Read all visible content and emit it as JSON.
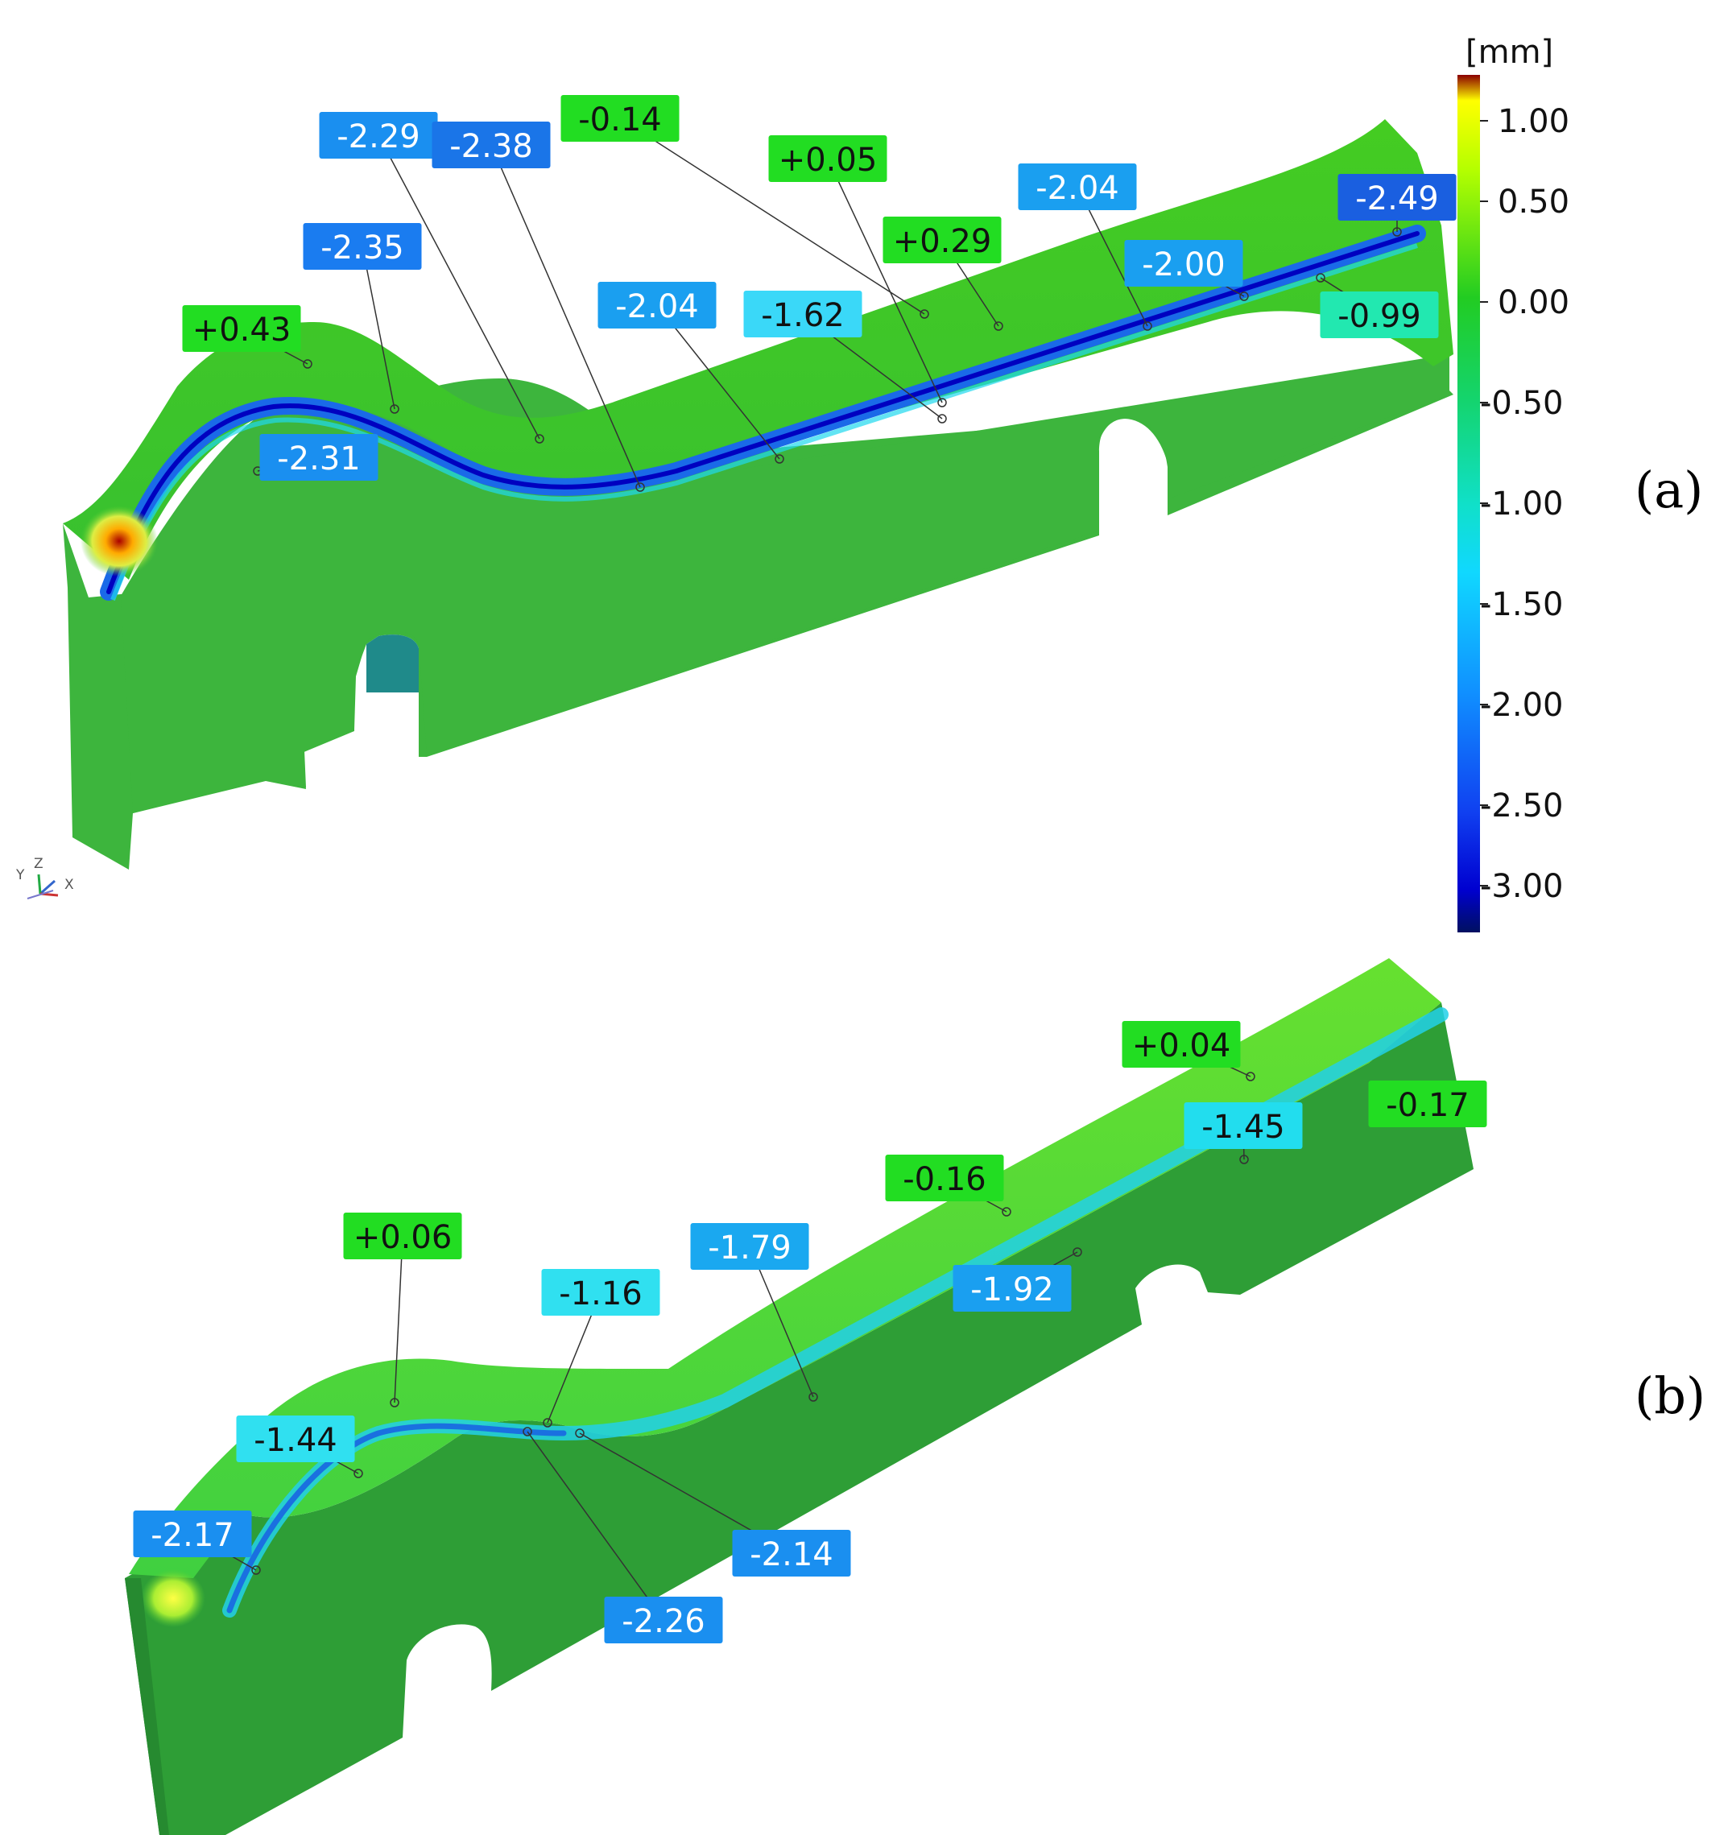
{
  "colorbar": {
    "unit": "[mm]",
    "ticks": [
      "1.00",
      "0.50",
      "0.00",
      "-0.50",
      "-1.00",
      "-1.50",
      "-2.00",
      "-2.50",
      "-3.00"
    ],
    "gradient": [
      "#8b0000",
      "#ffff00",
      "#b5ff00",
      "#22cc22",
      "#14d46e",
      "#10e0c8",
      "#10d8ff",
      "#1090ff",
      "#1040f0",
      "#0000d0",
      "#001060"
    ]
  },
  "panels": [
    {
      "tag": "(a)",
      "axis_labels": [
        "Y",
        "Z",
        "X"
      ],
      "labels": [
        {
          "text": "+0.43",
          "color": "#22dd22"
        },
        {
          "text": "-2.35",
          "color": "#1a7cf0"
        },
        {
          "text": "-2.29",
          "color": "#1a8ff0"
        },
        {
          "text": "-2.38",
          "color": "#1a75e8"
        },
        {
          "text": "-0.14",
          "color": "#22dd22"
        },
        {
          "text": "+0.05",
          "color": "#22dd22"
        },
        {
          "text": "+0.29",
          "color": "#22dd22"
        },
        {
          "text": "-2.04",
          "color": "#1a9ff0"
        },
        {
          "text": "-1.62",
          "color": "#3ad8f8"
        },
        {
          "text": "-2.04",
          "color": "#1a9ff0"
        },
        {
          "text": "-2.00",
          "color": "#1a9ff0"
        },
        {
          "text": "-2.49",
          "color": "#1a5fe0"
        },
        {
          "text": "-0.99",
          "color": "#22e8b0"
        },
        {
          "text": "-2.31",
          "color": "#1a8ff0"
        }
      ]
    },
    {
      "tag": "(b)",
      "labels": [
        {
          "text": "+0.04",
          "color": "#22dd22"
        },
        {
          "text": "-0.17",
          "color": "#22dd22"
        },
        {
          "text": "-1.45",
          "color": "#22ddee"
        },
        {
          "text": "-0.16",
          "color": "#22dd22"
        },
        {
          "text": "+0.06",
          "color": "#22dd22"
        },
        {
          "text": "-1.79",
          "color": "#1aa8f0"
        },
        {
          "text": "-1.16",
          "color": "#30e0f0"
        },
        {
          "text": "-1.92",
          "color": "#1a9ff0"
        },
        {
          "text": "-1.44",
          "color": "#30e0f0"
        },
        {
          "text": "-2.17",
          "color": "#1a8ff0"
        },
        {
          "text": "-2.14",
          "color": "#1a8ff0"
        },
        {
          "text": "-2.26",
          "color": "#1a8ff0"
        }
      ]
    }
  ]
}
